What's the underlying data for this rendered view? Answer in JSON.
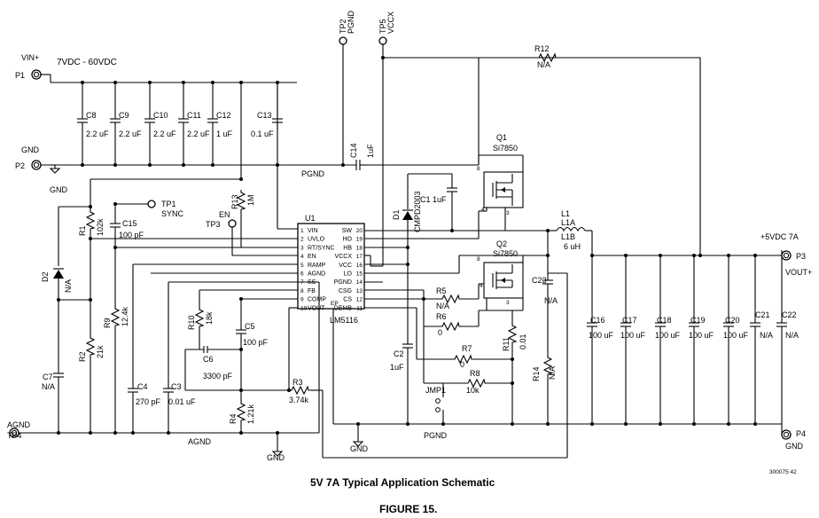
{
  "caption": "5V 7A Typical Application Schematic",
  "figure": "FIGURE 15.",
  "doc_number": "300075 42",
  "ports": {
    "vin_label": "VIN+",
    "vin_pin": "P1",
    "vin_range": "7VDC - 60VDC",
    "gnd_label": "GND",
    "gnd_pin": "P2",
    "agnd_label": "AGND",
    "agnd_tp": "TP4",
    "vout_net": "+5VDC 7A",
    "vout_pin": "P3",
    "vout_label": "VOUT+",
    "gnd_out_pin": "P4",
    "gnd_out_label": "GND"
  },
  "testpoints": {
    "tp1": "TP1",
    "tp1_sub": "SYNC",
    "tp2": "TP2",
    "tp2_sub": "PGND",
    "tp5": "TP5",
    "tp5_sub": "VCCX",
    "en": "EN",
    "tp3": "TP3"
  },
  "nets": {
    "pgnd": "PGND",
    "agnd": "AGND",
    "gnd": "GND"
  },
  "ic": {
    "ref": "U1",
    "part": "LM5116",
    "ep": "EP",
    "left_pins": [
      {
        "num": "1",
        "name": "VIN"
      },
      {
        "num": "2",
        "name": "UVLO"
      },
      {
        "num": "3",
        "name": "RT/SYNC"
      },
      {
        "num": "4",
        "name": "EN"
      },
      {
        "num": "5",
        "name": "RAMP"
      },
      {
        "num": "6",
        "name": "AGND"
      },
      {
        "num": "7",
        "name": "SS"
      },
      {
        "num": "8",
        "name": "FB"
      },
      {
        "num": "9",
        "name": "COMP"
      },
      {
        "num": "10",
        "name": "VOUT"
      }
    ],
    "right_pins": [
      {
        "num": "20",
        "name": "SW"
      },
      {
        "num": "19",
        "name": "HO"
      },
      {
        "num": "18",
        "name": "HB"
      },
      {
        "num": "17",
        "name": "VCCX"
      },
      {
        "num": "16",
        "name": "VCC"
      },
      {
        "num": "15",
        "name": "LO"
      },
      {
        "num": "14",
        "name": "PGND"
      },
      {
        "num": "13",
        "name": "CSG"
      },
      {
        "num": "12",
        "name": "CS"
      },
      {
        "num": "11",
        "name": "DEMB"
      }
    ]
  },
  "components": {
    "c8": "C8",
    "c8v": "2.2 uF",
    "c9": "C9",
    "c9v": "2.2 uF",
    "c10": "C10",
    "c10v": "2.2 uF",
    "c11": "C11",
    "c11v": "2.2 uF",
    "c12": "C12",
    "c12v": "1 uF",
    "c13": "C13",
    "c13v": "0.1 uF",
    "c14": "C14",
    "c14v": "1uF",
    "r12": "R12",
    "r12v": "N/A",
    "r13": "R13",
    "r13v": "1M",
    "r1": "R1",
    "r1v": "102k",
    "c15": "C15",
    "c15v": "100 pF",
    "d2": "D2",
    "d2v": "N/A",
    "r9": "R9",
    "r9v": "12.4k",
    "r2": "R2",
    "r2v": "21k",
    "c7": "C7",
    "c7v": "N/A",
    "c4": "C4",
    "c4v": "270 pF",
    "c3": "C3",
    "c3v": "0.01 uF",
    "r10": "R10",
    "r10v": "18k",
    "c6": "C6",
    "c6v": "3300 pF",
    "c5": "C5",
    "c5v": "100 pF",
    "r3": "R3",
    "r3v": "3.74k",
    "r4": "R4",
    "r4v": "1.21k",
    "d1": "D1",
    "d1v": "CMPD2003",
    "c1": "C1",
    "c1v": "1uF",
    "q1": "Q1",
    "q1v": "Si7850",
    "q2": "Q2",
    "q2v": "Si7850",
    "l1": "L1",
    "l1a": "L1A",
    "l1b": "L1B",
    "l1v": "6 uH",
    "r5": "R5",
    "r5v": "N/A",
    "r6": "R6",
    "r6v": "0",
    "c23": "C23",
    "c23v": "N/A",
    "c2": "C2",
    "c2v": "1uF",
    "r7": "R7",
    "r7v": "0",
    "r8": "R8",
    "r8v": "10k",
    "jmp1": "JMP1",
    "r11": "R11",
    "r11v": "0.01",
    "r14": "R14",
    "r14v": "N/A",
    "c16": "C16",
    "c16v": "100 uF",
    "c17": "C17",
    "c17v": "100 uF",
    "c18": "C18",
    "c18v": "100 uF",
    "c19": "C19",
    "c19v": "100 uF",
    "c20": "C20",
    "c20v": "100 uF",
    "c21": "C21",
    "c21v": "N/A",
    "c22": "C22",
    "c22v": "N/A"
  },
  "mosfet_pins": {
    "drain": "8",
    "gate": "4",
    "source": "3"
  }
}
